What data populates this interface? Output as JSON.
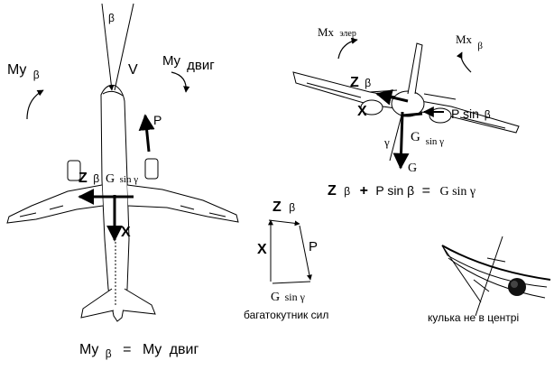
{
  "diagram": {
    "left_view": {
      "beta": "β",
      "V": "V",
      "my_beta": "My",
      "my_beta_sub": "β",
      "my_engine": "My",
      "my_engine_sub": "двиг",
      "P": "P",
      "Z": "Z",
      "Z_sub": "β",
      "G": "G",
      "G_sub": "sin γ",
      "X": "X",
      "equation": {
        "lhs": "My",
        "lhs_sub": "β",
        "eq": "=",
        "rhs": "My",
        "rhs_sub": "двиг"
      }
    },
    "right_view": {
      "mx_aileron": "Mx",
      "mx_aileron_sub": "элер",
      "mx_beta": "Mx",
      "mx_beta_sub": "β",
      "Z": "Z",
      "Z_sub": "β",
      "X": "X",
      "P_sin": "P sin",
      "P_sin_sub": "β",
      "gamma": "γ",
      "G": "G",
      "G_sin": "G",
      "G_sin_sub": "sin γ",
      "equation": {
        "z": "Z",
        "z_sub": "β",
        "plus": "+",
        "p": "P sin β",
        "eq": "=",
        "g": "G sin γ"
      }
    },
    "polygon": {
      "Z": "Z",
      "Z_sub": "β",
      "X": "X",
      "P": "P",
      "G": "G",
      "G_sub": "sin γ",
      "caption": "багатокутник сил"
    },
    "ball": {
      "caption": "кулька не в центрі"
    }
  }
}
